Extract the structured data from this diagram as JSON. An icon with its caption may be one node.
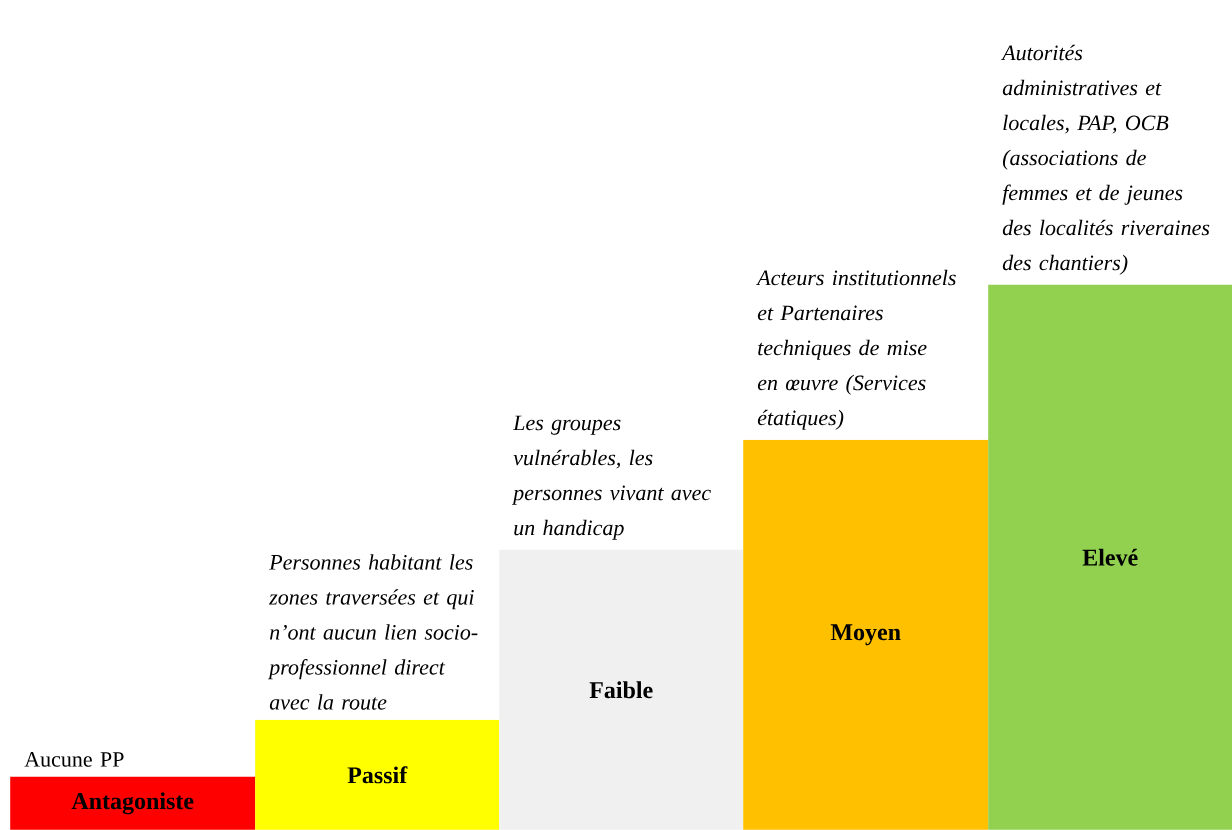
{
  "diagram": {
    "nodes": [
      {
        "text": [
          "Antagoniste"
        ],
        "beside": [
          "Aucune PP"
        ]
      },
      {
        "text": [
          "Passif"
        ],
        "beside": [
          "Personnes habitant les zones traversées et qui n’ont aucun lien socio-professionnel direct avec la route"
        ]
      },
      {
        "text": [
          "Faible"
        ],
        "beside": [
          "Les groupes vulnérables, les personnes vivant avec un handicap"
        ]
      },
      {
        "text": [
          "Moyen"
        ],
        "beside": [
          "Acteurs institutionnels et Partenaires techniques de mise en œuvre (Services étatiques)"
        ]
      },
      {
        "text": [
          "Elevé"
        ],
        "beside": [
          "Autorités administratives et locales, PAP, OCB (associations de femmes et de jeunes des localités riveraines des chantiers)"
        ]
      }
    ]
  }
}
